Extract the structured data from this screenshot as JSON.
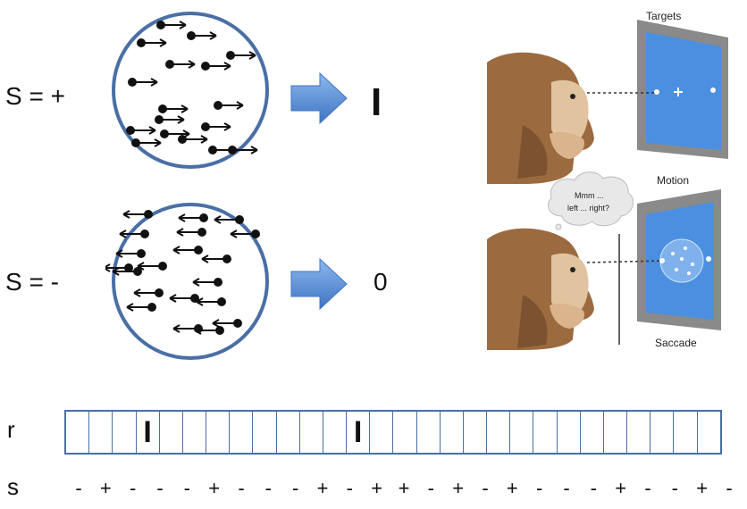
{
  "stimulus_plus": {
    "label": "S = +",
    "output": "I"
  },
  "stimulus_minus": {
    "label": "S = -",
    "output": "0"
  },
  "monkey_scene": {
    "targets_label": "Targets",
    "motion_label": "Motion",
    "saccade_label": "Saccade",
    "thought_line1": "Mmm ...",
    "thought_line2": "left ... right?"
  },
  "response_row": {
    "label": "r",
    "cells": [
      "",
      "",
      "",
      "I",
      "",
      "",
      "",
      "",
      "",
      "",
      "",
      "",
      "I",
      "",
      "",
      "",
      "",
      "",
      "",
      "",
      "",
      "",
      "",
      "",
      "",
      "",
      "",
      ""
    ]
  },
  "stimulus_row": {
    "label": "s",
    "signs": [
      "-",
      "+",
      "-",
      "-",
      "-",
      "+",
      "-",
      "-",
      "-",
      "+",
      "-",
      "+",
      "+",
      "-",
      "+",
      "-",
      "+",
      "-",
      "-",
      "-",
      "+",
      "-",
      "-",
      "+",
      "-"
    ]
  },
  "colors": {
    "circle_stroke": "#4a6fa5",
    "arrow_fill": "#6b9fe0",
    "arrow_dark": "#3f74c2",
    "screen_blue": "#4b8fe0",
    "monitor_gray": "#8a8a8a"
  }
}
